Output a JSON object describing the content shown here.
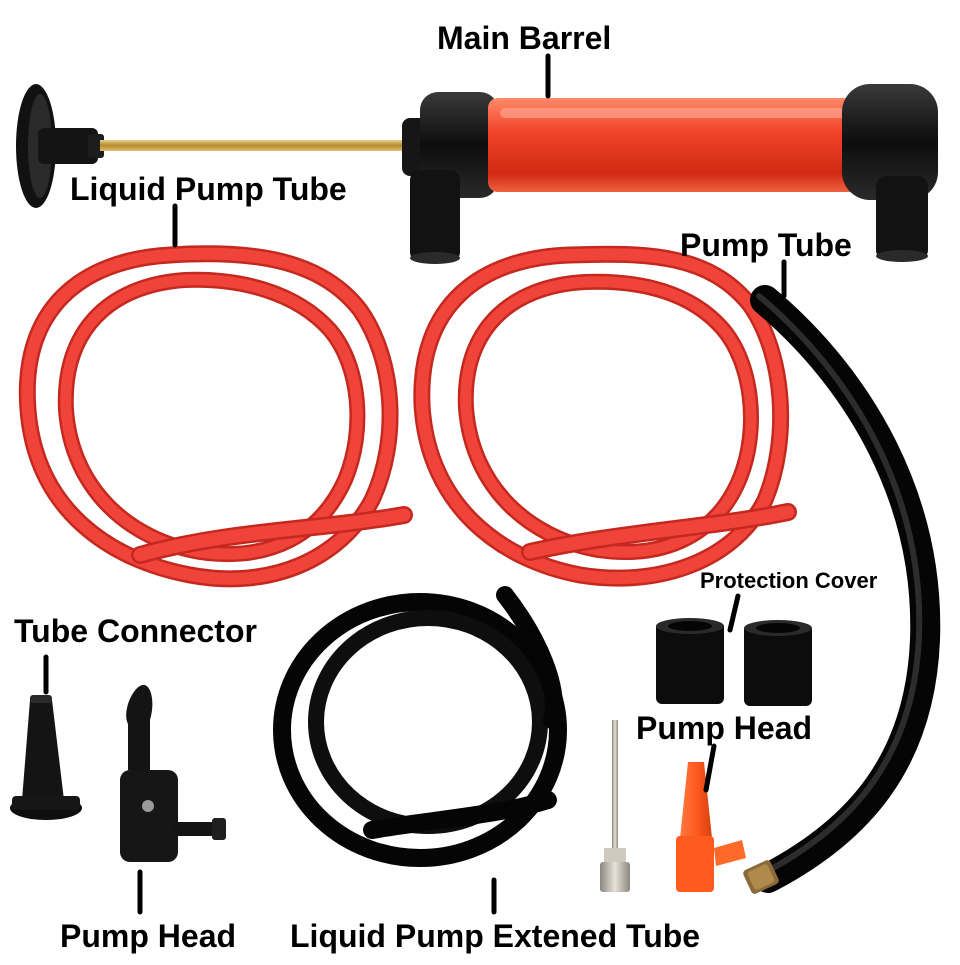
{
  "labels": {
    "main_barrel": "Main Barrel",
    "liquid_pump_tube": "Liquid Pump Tube",
    "pump_tube": "Pump Tube",
    "protection_cover": "Protection Cover",
    "tube_connector": "Tube Connector",
    "pump_head_right": "Pump Head",
    "pump_head_left": "Pump Head",
    "extended_tube": "Liquid Pump Extened Tube"
  },
  "colors": {
    "background": "#ffffff",
    "red_tube": "#f0443a",
    "red_tube_dark": "#c4281f",
    "barrel_red": "#f2442a",
    "black_part": "#111111",
    "rod_brass": "#c9a34a",
    "orange_nozzle": "#ff5a1f",
    "metal": "#b9b4aa"
  }
}
